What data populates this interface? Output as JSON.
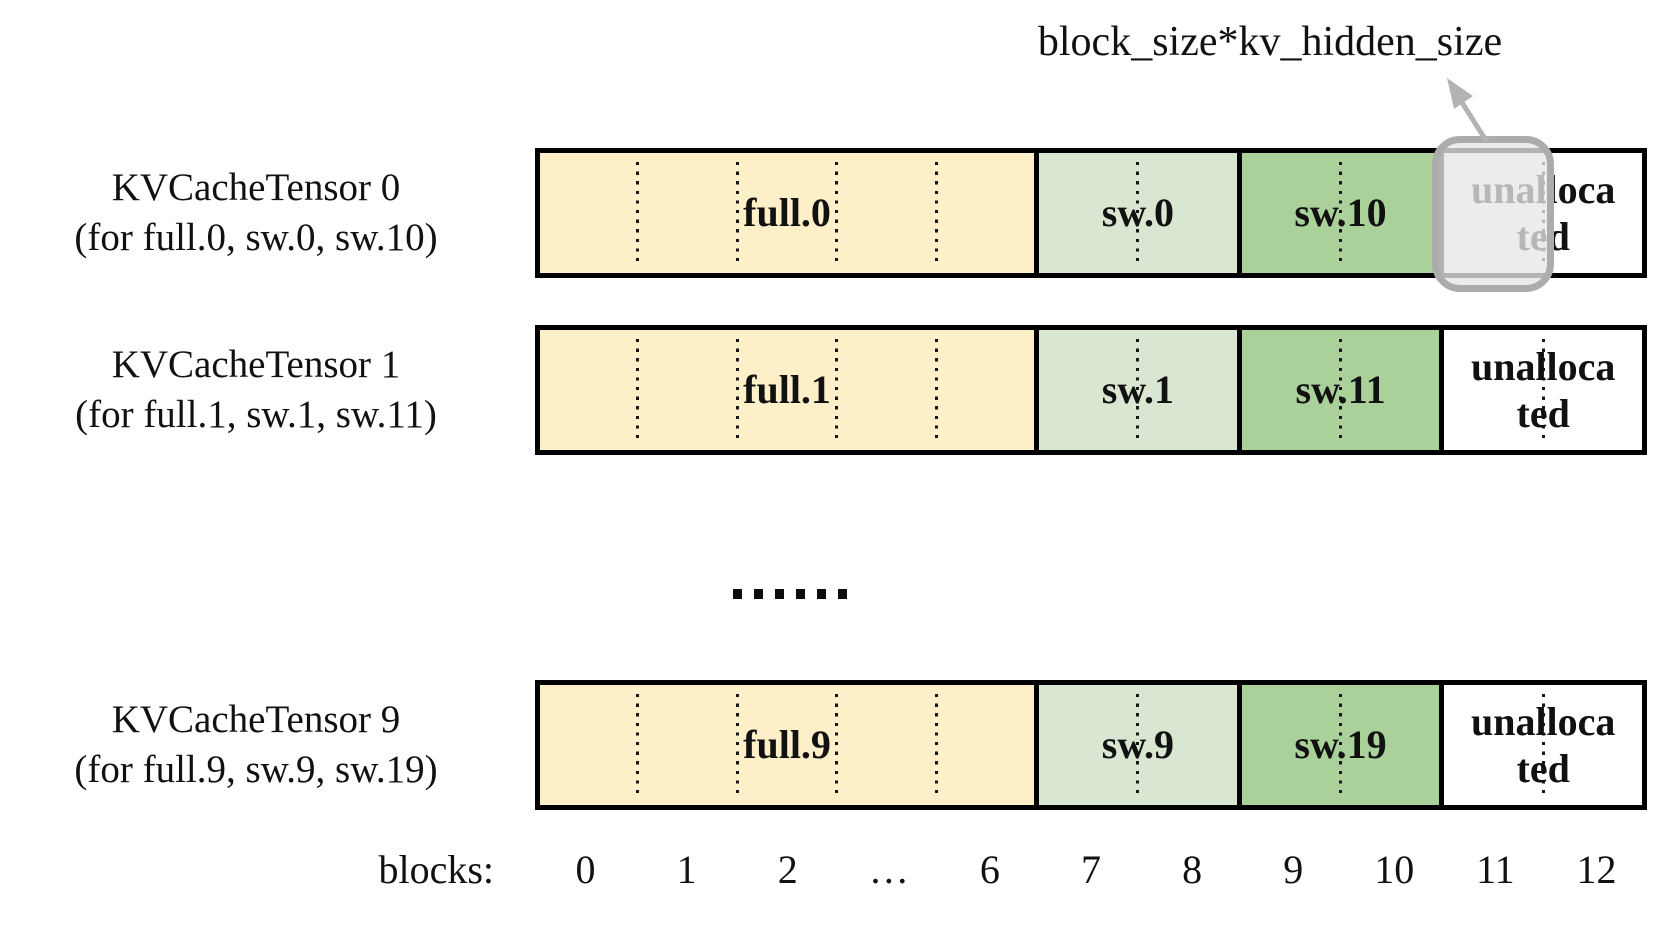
{
  "annotation": {
    "label": "block_size*kv_hidden_size"
  },
  "colors": {
    "full_segment": "#FDEFC8",
    "sw_low_segment": "#D9E7D2",
    "sw_high_segment": "#ABD19B",
    "unallocated_segment": "#FFFFFF",
    "bar_border": "#000000",
    "highlight_border": "#ACACAC",
    "highlight_fill": "#E7E7E7",
    "arrow": "#B3B3B3"
  },
  "tensors": [
    {
      "title": "KVCacheTensor 0",
      "subtitle": "(for full.0, sw.0, sw.10)",
      "highlighted_block": "11",
      "segments": [
        {
          "label": "full.0",
          "lines": [
            "full.0"
          ],
          "color": "#FDEFC8",
          "blocks": 5
        },
        {
          "label": "sw.0",
          "lines": [
            "sw.0"
          ],
          "color": "#D9E7D2",
          "blocks": 2
        },
        {
          "label": "sw.10",
          "lines": [
            "sw.10"
          ],
          "color": "#ABD19B",
          "blocks": 2
        },
        {
          "label": "unallocated",
          "lines": [
            "unalloca",
            "ted"
          ],
          "color": "#FFFFFF",
          "blocks": 2
        }
      ]
    },
    {
      "title": "KVCacheTensor 1",
      "subtitle": "(for full.1, sw.1, sw.11)",
      "segments": [
        {
          "label": "full.1",
          "lines": [
            "full.1"
          ],
          "color": "#FDEFC8",
          "blocks": 5
        },
        {
          "label": "sw.1",
          "lines": [
            "sw.1"
          ],
          "color": "#D9E7D2",
          "blocks": 2
        },
        {
          "label": "sw.11",
          "lines": [
            "sw.11"
          ],
          "color": "#ABD19B",
          "blocks": 2
        },
        {
          "label": "unallocated",
          "lines": [
            "unalloca",
            "ted"
          ],
          "color": "#FFFFFF",
          "blocks": 2
        }
      ]
    },
    {
      "title": "KVCacheTensor 9",
      "subtitle": "(for full.9, sw.9, sw.19)",
      "segments": [
        {
          "label": "full.9",
          "lines": [
            "full.9"
          ],
          "color": "#FDEFC8",
          "blocks": 5
        },
        {
          "label": "sw.9",
          "lines": [
            "sw.9"
          ],
          "color": "#D9E7D2",
          "blocks": 2
        },
        {
          "label": "sw.19",
          "lines": [
            "sw.19"
          ],
          "color": "#ABD19B",
          "blocks": 2
        },
        {
          "label": "unallocated",
          "lines": [
            "unalloca",
            "ted"
          ],
          "color": "#FFFFFF",
          "blocks": 2
        }
      ]
    }
  ],
  "gap_ellipsis": {
    "dot_count": 6
  },
  "axis": {
    "label": "blocks:",
    "ticks": [
      "0",
      "1",
      "2",
      "…",
      "6",
      "7",
      "8",
      "9",
      "10",
      "11",
      "12"
    ]
  }
}
